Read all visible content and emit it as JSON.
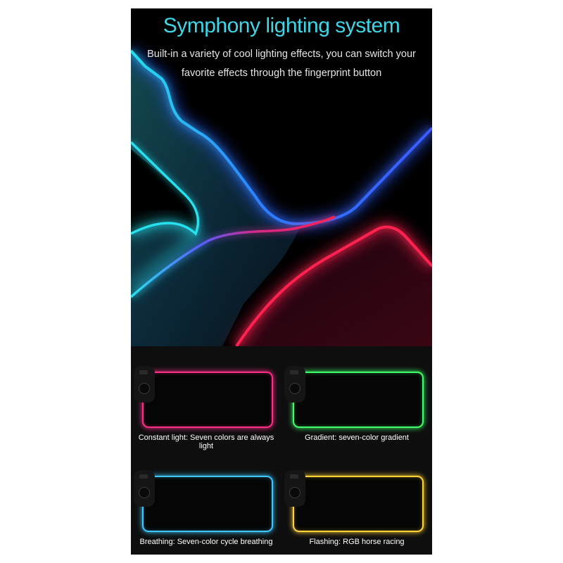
{
  "hero": {
    "title": "Symphony lighting system",
    "subtitle_line1": "Built-in a variety of cool lighting effects, you can switch your",
    "subtitle_line2": "favorite effects through the fingerprint button"
  },
  "modes": [
    {
      "caption": "Constant light: Seven colors are always light",
      "color": "#ff2d8a"
    },
    {
      "caption": "Gradient: seven-color gradient",
      "color": "#3dff6a"
    },
    {
      "caption": "Breathing: Seven-color cycle breathing",
      "color": "#3ec8ff"
    },
    {
      "caption": "Flashing: RGB horse racing",
      "color": "#ffd23a"
    }
  ],
  "colors": {
    "title": "#3fd6e6",
    "glow_blue": "#2f5bff",
    "glow_cyan": "#27e0ee",
    "glow_red": "#ff2050"
  }
}
